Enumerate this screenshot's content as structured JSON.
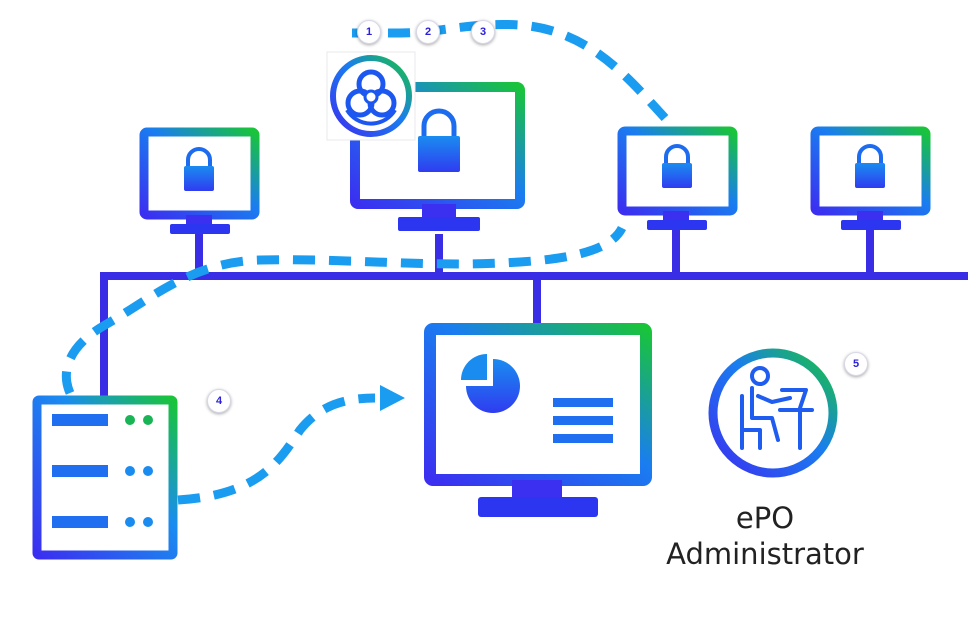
{
  "labels": {
    "admin_line1": "ePO",
    "admin_line2": "Administrator"
  },
  "badges": [
    "1",
    "2",
    "3",
    "4",
    "5"
  ],
  "colors": {
    "gradient_start": "#3b2ff0",
    "gradient_mid": "#1a7df0",
    "gradient_end": "#19c43a",
    "network_line": "#3a2de6",
    "flow_dash": "#1a9cf0",
    "badge_text": "#2a20d8"
  },
  "icons": [
    "lock-icon",
    "biohazard-icon",
    "pie-chart-icon",
    "server-rack-icon",
    "administrator-icon",
    "arrow-icon"
  ]
}
